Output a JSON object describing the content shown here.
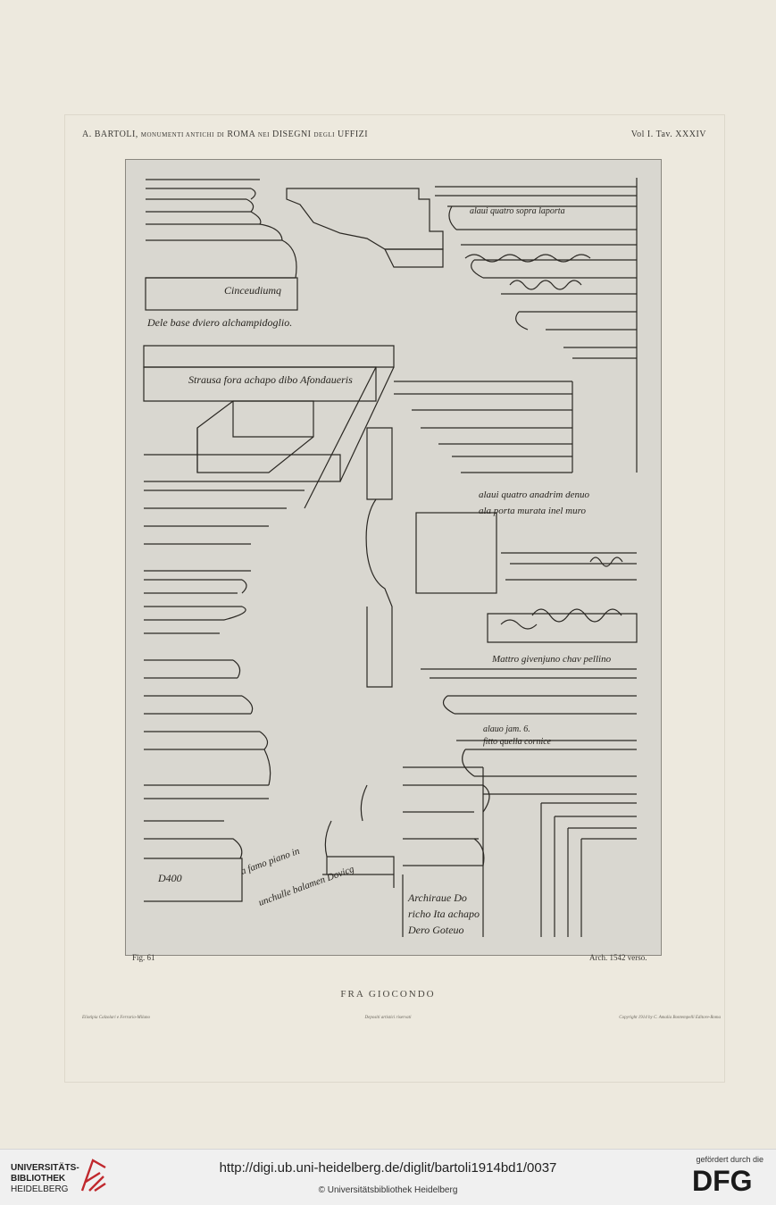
{
  "plate": {
    "header_left_a": "A. BARTOLI,",
    "header_left_b": "MONUMENTI ANTICHI",
    "header_left_c": "DI",
    "header_left_d": "ROMA",
    "header_left_e": "NEI",
    "header_left_f": "DISEGNI",
    "header_left_g": "DEGLI",
    "header_left_h": "UFFIZI",
    "header_right": "Vol I. Tav. XXXIV",
    "fig_label": "Fig. 61",
    "arch_label": "Arch. 1542 verso.",
    "caption": "FRA GIOCONDO",
    "fine_left": "Eliotipia Calzolari e Ferrario-Milano",
    "fine_center": "Depositi artistici riservati",
    "fine_right": "Copyright 1914 by C. Amalia Bontempelli Editore-Roma"
  },
  "drawing": {
    "inscriptions": [
      "Dele base dviero alchampidoglio.",
      "Cinceudiumq",
      "Strausa fora achapo dibo Afondaueris",
      "alaui quatro sopra laporta",
      "alaui quatro anadrim denuo",
      "ala porta murata inel muro",
      "Mattro givenjuno chav pellino",
      "alauo jam. 6.",
      "fitto quella cornice",
      "a famo piano in",
      "unchulle balamen Dovicg",
      "Archiraue Do",
      "richo Ita achapo",
      "Dero Goteuo",
      "D400"
    ]
  },
  "footer": {
    "uni_line1": "UNIVERSITÄTS-",
    "uni_line2": "BIBLIOTHEK",
    "uni_line3": "HEIDELBERG",
    "url": "http://digi.ub.uni-heidelberg.de/diglit/bartoli1914bd1/0037",
    "copyright": "© Universitätsbibliothek Heidelberg",
    "dfg_note": "gefördert durch die",
    "dfg_logo": "DFG"
  }
}
